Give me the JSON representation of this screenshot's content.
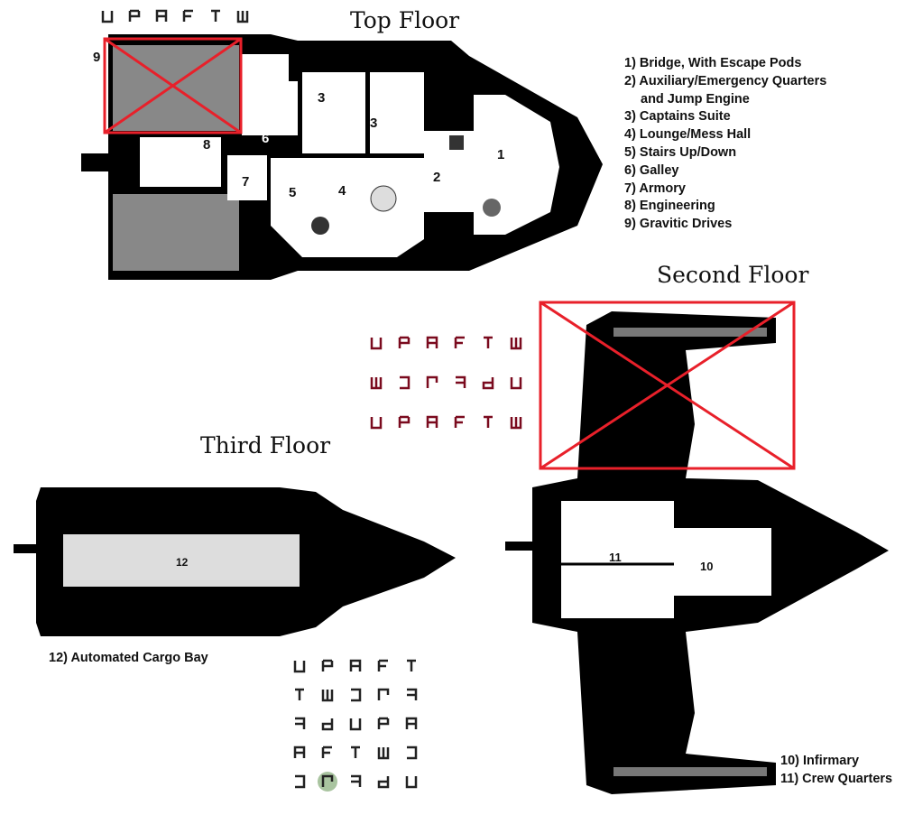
{
  "titles": {
    "top_floor": "Top Floor",
    "second_floor": "Second Floor",
    "third_floor": "Third Floor"
  },
  "top_floor_legend": [
    "1) Bridge, With Escape Pods",
    "2) Auxiliary/Emergency Quarters",
    "and Jump Engine",
    "3) Captains Suite",
    "4) Lounge/Mess Hall",
    "5) Stairs Up/Down",
    "6) Galley",
    "7) Armory",
    "8) Engineering",
    "9) Gravitic Drives"
  ],
  "second_floor_legend": [
    "10) Infirmary",
    "11) Crew Quarters"
  ],
  "third_floor_legend": [
    "12) Automated Cargo Bay"
  ],
  "room_numbers": {
    "r1": "1",
    "r2": "2",
    "r3a": "3",
    "r3b": "3",
    "r4": "4",
    "r5": "5",
    "r6": "6",
    "r7": "7",
    "r8": "8",
    "r9": "9",
    "r10": "10",
    "r11": "11",
    "r12": "12"
  },
  "colors": {
    "crossout": "#e8202a",
    "glyph_red": "#7a0a1e",
    "glyph_dark": "#222222",
    "highlight": "#a9c4a0"
  }
}
